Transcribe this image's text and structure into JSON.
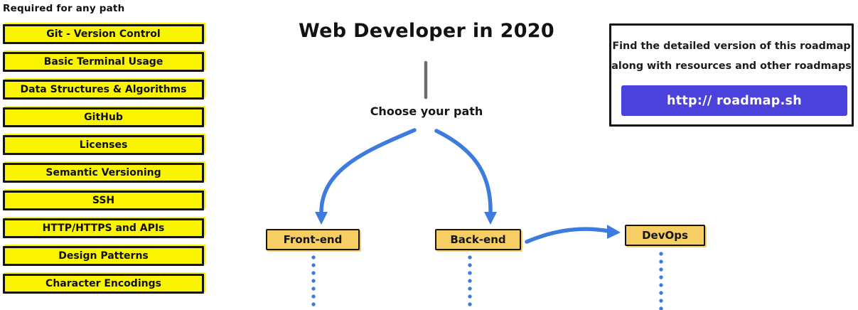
{
  "colors": {
    "yellow": "#FBF400",
    "node": "#F6CE63",
    "blue": "#3D7BDF",
    "purple": "#4B42DC",
    "ink": "#151515",
    "gray-line": "#6E6E6E"
  },
  "sidebar": {
    "heading": "Required for any path",
    "items": [
      "Git - Version Control",
      "Basic Terminal Usage",
      "Data Structures & Algorithms",
      "GitHub",
      "Licenses",
      "Semantic Versioning",
      "SSH",
      "HTTP/HTTPS and APIs",
      "Design Patterns",
      "Character Encodings"
    ]
  },
  "main": {
    "title": "Web Developer in 2020",
    "prompt": "Choose your path",
    "paths": [
      "Front-end",
      "Back-end",
      "DevOps"
    ]
  },
  "info_box": {
    "line1": "Find the detailed version of this roadmap",
    "line2": "along with resources and other roadmaps",
    "button_label": "http:// roadmap.sh"
  }
}
